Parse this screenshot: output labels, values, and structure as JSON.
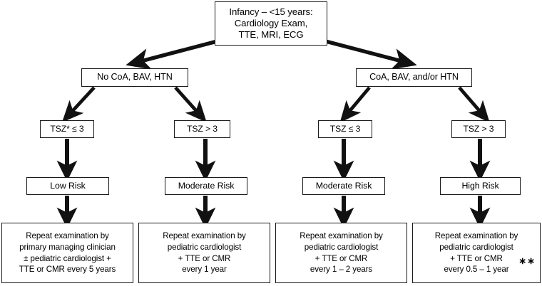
{
  "diagram": {
    "title_text": "Infancy – <15 years:",
    "root": {
      "name": "root-node",
      "lines": [
        "Infancy – <15 years:",
        "Cardiology Exam,",
        "TTE, MRI, ECG"
      ]
    },
    "level1": [
      {
        "name": "no-coa-bav-htn",
        "lines": [
          "No CoA, BAV, HTN"
        ]
      },
      {
        "name": "coa-bav-andor-htn",
        "lines": [
          "CoA, BAV, and/or HTN"
        ]
      }
    ],
    "level2": [
      {
        "name": "tsz-star-le-3",
        "lines": [
          "TSZ* ≤ 3"
        ]
      },
      {
        "name": "tsz-gt-3-left",
        "lines": [
          "TSZ > 3"
        ]
      },
      {
        "name": "tsz-le-3-right",
        "lines": [
          "TSZ ≤ 3"
        ]
      },
      {
        "name": "tsz-gt-3-right",
        "lines": [
          "TSZ > 3"
        ]
      }
    ],
    "level3": [
      {
        "name": "low-risk",
        "lines": [
          "Low Risk"
        ]
      },
      {
        "name": "moderate-risk-left",
        "lines": [
          "Moderate Risk"
        ]
      },
      {
        "name": "moderate-risk-right",
        "lines": [
          "Moderate Risk"
        ]
      },
      {
        "name": "high-risk",
        "lines": [
          "High Risk"
        ]
      }
    ],
    "level4": [
      {
        "name": "recommendation-low",
        "lines": [
          "Repeat examination by",
          "primary managing clinician",
          "± pediatric cardiologist +",
          "TTE or CMR every 5 years"
        ],
        "footnote": ""
      },
      {
        "name": "recommendation-moderate-left",
        "lines": [
          "Repeat examination by",
          "pediatric cardiologist",
          "+ TTE or CMR",
          "every 1 year"
        ],
        "footnote": ""
      },
      {
        "name": "recommendation-moderate-right",
        "lines": [
          "Repeat examination by",
          "pediatric cardiologist",
          "+ TTE or CMR",
          "every 1 – 2 years"
        ],
        "footnote": ""
      },
      {
        "name": "recommendation-high",
        "lines": [
          "Repeat examination by",
          "pediatric cardiologist",
          "+ TTE or CMR",
          "every 0.5 – 1 year"
        ],
        "footnote": "∗∗"
      }
    ],
    "colors": {
      "stroke": "#1a1a1a",
      "background": "#ffffff",
      "text": "#000000"
    }
  }
}
